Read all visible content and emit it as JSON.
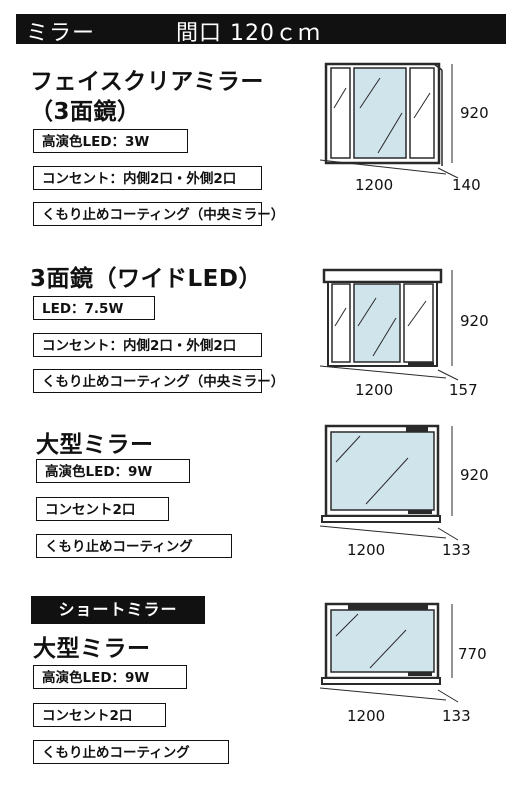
{
  "header": {
    "category": "ミラー",
    "width_label": "間口 120ｃｍ"
  },
  "products": [
    {
      "title_line1": "フェイスクリアミラー",
      "title_line2": "（3面鏡）",
      "features": [
        "高演色LED：3W",
        "コンセント：内側2口・外側2口",
        "くもり止めコーティング（中央ミラー）"
      ],
      "dims": {
        "width": "1200",
        "height": "920",
        "depth": "140"
      }
    },
    {
      "title_line1": "3面鏡（ワイドLED）",
      "features": [
        "LED：7.5W",
        "コンセント：内側2口・外側2口",
        "くもり止めコーティング（中央ミラー）"
      ],
      "dims": {
        "width": "1200",
        "height": "920",
        "depth": "157"
      }
    },
    {
      "title_line1": "大型ミラー",
      "features": [
        "高演色LED：9W",
        "コンセント2口",
        "くもり止めコーティング"
      ],
      "dims": {
        "width": "1200",
        "height": "920",
        "depth": "133"
      }
    },
    {
      "badge": "ショートミラー",
      "title_line1": "大型ミラー",
      "features": [
        "高演色LED：9W",
        "コンセント2口",
        "くもり止めコーティング"
      ],
      "dims": {
        "width": "1200",
        "height": "770",
        "depth": "133"
      }
    }
  ],
  "colors": {
    "mirror_fill": "#d0e4ec",
    "frame": "#2a2a2a",
    "header_bg": "#111111"
  }
}
